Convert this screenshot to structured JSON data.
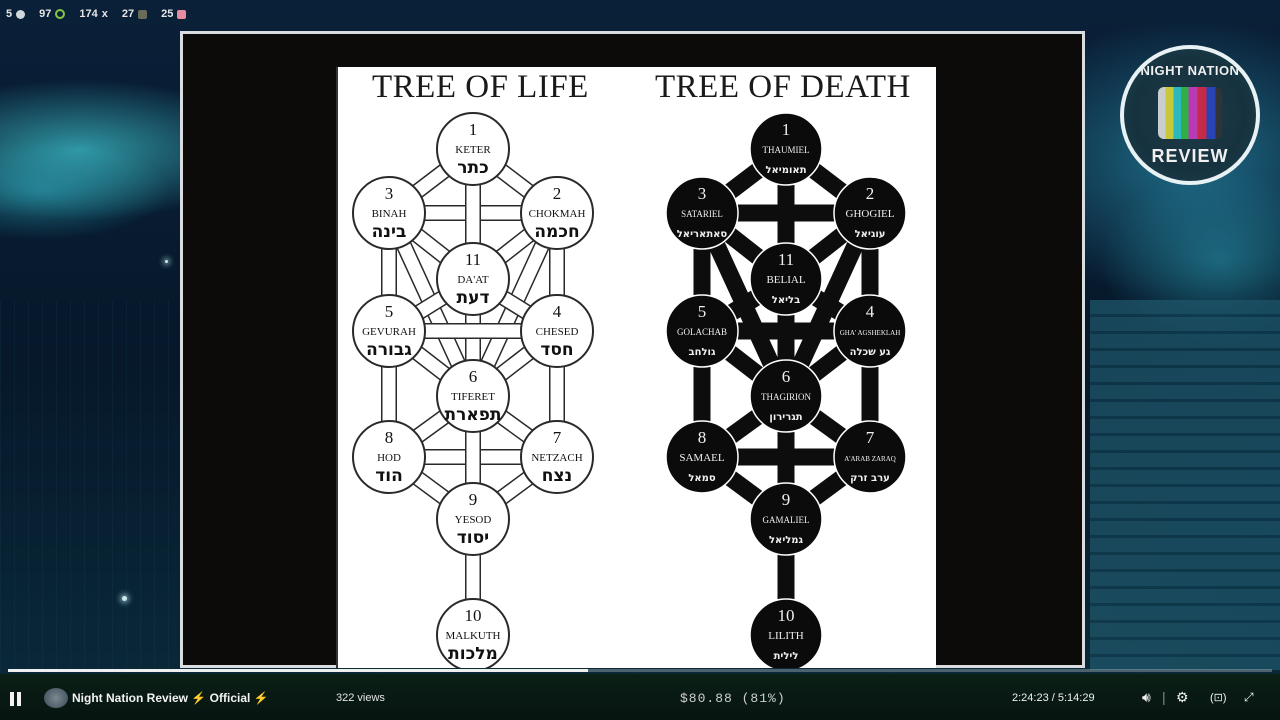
{
  "top_stats": [
    {
      "value": "5",
      "icon": "badge-icon",
      "color": "#cfd8dc"
    },
    {
      "value": "97",
      "icon": "rumble-icon",
      "color": "#85c742"
    },
    {
      "value": "174",
      "icon": "multiplier-icon",
      "color": "#dddddd",
      "suffix": "x"
    },
    {
      "value": "27",
      "icon": "minus-icon",
      "color": "#8a8a7a"
    },
    {
      "value": "25",
      "icon": "gift-icon",
      "color": "#e88aa0"
    }
  ],
  "diagram": {
    "life": {
      "title": "TREE OF LIFE",
      "nodes": [
        {
          "num": "1",
          "name": "KETER",
          "hebrew": "כתר"
        },
        {
          "num": "2",
          "name": "CHOKMAH",
          "hebrew": "חכמה"
        },
        {
          "num": "3",
          "name": "BINAH",
          "hebrew": "בינה"
        },
        {
          "num": "4",
          "name": "CHESED",
          "hebrew": "חסד"
        },
        {
          "num": "5",
          "name": "GEVURAH",
          "hebrew": "גבורה"
        },
        {
          "num": "6",
          "name": "TIFERET",
          "hebrew": "תפארת"
        },
        {
          "num": "7",
          "name": "NETZACH",
          "hebrew": "נצח"
        },
        {
          "num": "8",
          "name": "HOD",
          "hebrew": "הוד"
        },
        {
          "num": "9",
          "name": "YESOD",
          "hebrew": "יסוד"
        },
        {
          "num": "10",
          "name": "MALKUTH",
          "hebrew": "מלכות"
        },
        {
          "num": "11",
          "name": "DA'AT",
          "hebrew": "דעת"
        }
      ]
    },
    "death": {
      "title": "TREE OF DEATH",
      "nodes": [
        {
          "num": "1",
          "name": "THAUMIEL",
          "hebrew": "תאומיאל"
        },
        {
          "num": "2",
          "name": "GHOGIEL",
          "hebrew": "עוגיאל"
        },
        {
          "num": "3",
          "name": "SATARIEL",
          "hebrew": "סאתאריאל"
        },
        {
          "num": "4",
          "name": "GHA' AGSHEKLAH",
          "hebrew": "גע שכלה"
        },
        {
          "num": "5",
          "name": "GOLACHAB",
          "hebrew": "גולחב"
        },
        {
          "num": "6",
          "name": "THAGIRION",
          "hebrew": "תגרירון"
        },
        {
          "num": "7",
          "name": "A'ARAB ZARAQ",
          "hebrew": "ערב זרק"
        },
        {
          "num": "8",
          "name": "SAMAEL",
          "hebrew": "סמאל"
        },
        {
          "num": "9",
          "name": "GAMALIEL",
          "hebrew": "גמליאל"
        },
        {
          "num": "10",
          "name": "LILITH",
          "hebrew": "לילית"
        },
        {
          "num": "11",
          "name": "BELIAL",
          "hebrew": "בליאל"
        }
      ]
    }
  },
  "logo": {
    "top": "NIGHT NATION",
    "bottom": "REVIEW"
  },
  "player": {
    "channel_name": "Night Nation Review",
    "channel_suffix": "Official",
    "views": "322 views",
    "rumbles": "$80.88 (81%)",
    "current_time": "2:24:23",
    "duration": "5:14:29",
    "time_display": "2:24:23 / 5:14:29",
    "progress_fraction": 0.459,
    "controls": [
      "volume-icon",
      "settings-icon",
      "captions-icon",
      "fullscreen-icon"
    ]
  }
}
